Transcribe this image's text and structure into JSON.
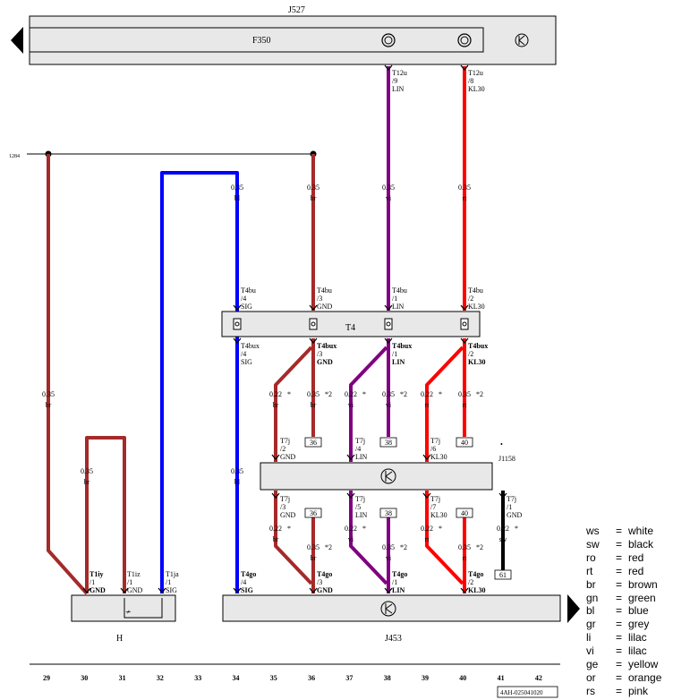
{
  "components": {
    "top_unit": "J527",
    "top_sub": "F350",
    "connector_block": "T4",
    "module_j1158": "J1158",
    "module_h": "H",
    "module_j453": "J453",
    "ref_left": "1284",
    "doc_id": "4AH-025041020"
  },
  "wires": {
    "c38_top": {
      "pin": "T12u",
      "num": "/9",
      "sig": "LIN"
    },
    "c40_top": {
      "pin": "T12u",
      "num": "/8",
      "sig": "KL30"
    },
    "c34_mid": {
      "size": "0.35",
      "color": "bl"
    },
    "c36_mid": {
      "size": "0.35",
      "color": "br"
    },
    "c38_mid": {
      "size": "0.35",
      "color": "vi"
    },
    "c40_mid": {
      "size": "0.35",
      "color": "rt"
    },
    "t4_34": {
      "pin": "T4bu",
      "num": "/4",
      "sig": "SIG"
    },
    "t4_36": {
      "pin": "T4bu",
      "num": "/3",
      "sig": "GND"
    },
    "t4_38": {
      "pin": "T4bu",
      "num": "/1",
      "sig": "LIN"
    },
    "t4_40": {
      "pin": "T4bu",
      "num": "/2",
      "sig": "KL30"
    },
    "t4x_34": {
      "pin": "T4bux",
      "num": "/4",
      "sig": "SIG"
    },
    "t4x_36": {
      "pin": "T4bux",
      "num": "/3",
      "sig": "GND"
    },
    "t4x_38": {
      "pin": "T4bux",
      "num": "/1",
      "sig": "LIN"
    },
    "t4x_40": {
      "pin": "T4bux",
      "num": "/2",
      "sig": "KL30"
    },
    "left29": {
      "size": "0.35",
      "color": "br"
    },
    "h30": {
      "size": "0.35",
      "color": "br"
    },
    "c34_low": {
      "size": "0.35",
      "color": "bl"
    },
    "up35": {
      "size": "0.22",
      "color": "br",
      "star": "*"
    },
    "up36": {
      "size": "0.35",
      "color": "br",
      "star": "*2"
    },
    "up37": {
      "size": "0.22",
      "color": "vi",
      "star": "*"
    },
    "up38": {
      "size": "0.35",
      "color": "vi",
      "star": "*2"
    },
    "up39": {
      "size": "0.22",
      "color": "rt",
      "star": "*"
    },
    "up40": {
      "size": "0.35",
      "color": "rt",
      "star": "*2"
    },
    "box36": "36",
    "box38": "38",
    "box40": "40",
    "box41": "61",
    "t7j_35a": {
      "pin": "T7j",
      "num": "/2",
      "sig": "GND"
    },
    "t7j_37a": {
      "pin": "T7j",
      "num": "/4",
      "sig": "LIN"
    },
    "t7j_39a": {
      "pin": "T7j",
      "num": "/6",
      "sig": "KL30"
    },
    "t7j_35b": {
      "pin": "T7j",
      "num": "/3",
      "sig": "GND"
    },
    "t7j_37b": {
      "pin": "T7j",
      "num": "/5",
      "sig": "LIN"
    },
    "t7j_39b": {
      "pin": "T7j",
      "num": "/7",
      "sig": "KL30"
    },
    "t7j_41b": {
      "pin": "T7j",
      "num": "/1",
      "sig": "GND"
    },
    "lo35": {
      "size": "0.22",
      "color": "br",
      "star": "*"
    },
    "lo36": {
      "size": "0.35",
      "color": "br",
      "star": "*2"
    },
    "lo37": {
      "size": "0.22",
      "color": "vi",
      "star": "*"
    },
    "lo38": {
      "size": "0.35",
      "color": "vi",
      "star": "*2"
    },
    "lo39": {
      "size": "0.22",
      "color": "rt",
      "star": "*"
    },
    "lo40": {
      "size": "0.35",
      "color": "rt",
      "star": "*2"
    },
    "lo41": {
      "size": "0.22",
      "color": "sw",
      "star": "*"
    },
    "h_30": {
      "pin": "T1iy",
      "num": "/1",
      "sig": "GND"
    },
    "h_31": {
      "pin": "T1iz",
      "num": "/1",
      "sig": "GND"
    },
    "h_32": {
      "pin": "T1ja",
      "num": "/1",
      "sig": "SIG"
    },
    "j_34": {
      "pin": "T4go",
      "num": "/4",
      "sig": "SIG"
    },
    "j_36": {
      "pin": "T4go",
      "num": "/3",
      "sig": "GND"
    },
    "j_38": {
      "pin": "T4go",
      "num": "/1",
      "sig": "LIN"
    },
    "j_40": {
      "pin": "T4go",
      "num": "/2",
      "sig": "KL30"
    }
  },
  "columns": [
    "29",
    "30",
    "31",
    "32",
    "33",
    "34",
    "35",
    "36",
    "37",
    "38",
    "39",
    "40",
    "41",
    "42"
  ],
  "legend": [
    {
      "code": "ws",
      "eq": "=",
      "name": "white"
    },
    {
      "code": "sw",
      "eq": "=",
      "name": "black"
    },
    {
      "code": "ro",
      "eq": "=",
      "name": "red"
    },
    {
      "code": "rt",
      "eq": "=",
      "name": "red"
    },
    {
      "code": "br",
      "eq": "=",
      "name": "brown"
    },
    {
      "code": "gn",
      "eq": "=",
      "name": "green"
    },
    {
      "code": "bl",
      "eq": "=",
      "name": "blue"
    },
    {
      "code": "gr",
      "eq": "=",
      "name": "grey"
    },
    {
      "code": "li",
      "eq": "=",
      "name": "lilac"
    },
    {
      "code": "vi",
      "eq": "=",
      "name": "lilac"
    },
    {
      "code": "ge",
      "eq": "=",
      "name": "yellow"
    },
    {
      "code": "or",
      "eq": "=",
      "name": "orange"
    },
    {
      "code": "rs",
      "eq": "=",
      "name": "pink"
    }
  ],
  "wire_colors": {
    "br": "#a52a2a",
    "bl": "#0000ff",
    "vi": "#800080",
    "rt": "#ff0000",
    "sw": "#000000"
  }
}
